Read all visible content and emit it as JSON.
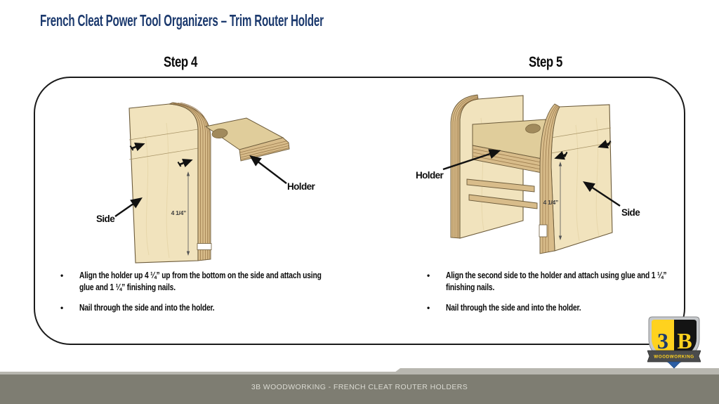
{
  "title": "French Cleat Power Tool Organizers – Trim Router Holder",
  "bullet_glyph": "•",
  "steps": [
    {
      "label": "Step 4",
      "figure": {
        "side_label": "Side",
        "holder_label": "Holder",
        "dimension": "4 1/4”"
      },
      "bullets": [
        "Align the holder  up 4 ¼” up from the bottom on the side and attach using glue and 1 ¼” finishing nails.",
        "Nail through the side and into the holder."
      ]
    },
    {
      "label": "Step 5",
      "figure": {
        "holder_label": "Holder",
        "side_label": "Side",
        "dimension": "4 1/4”"
      },
      "bullets": [
        "Align the second side to the holder and attach using glue and 1 ¼” finishing nails.",
        "Nail through the side and into the holder."
      ]
    }
  ],
  "footer": {
    "text": "3B WOODWORKING - FRENCH CLEAT ROUTER HOLDERS"
  },
  "logo": {
    "monogram_left": "3",
    "monogram_right": "B",
    "banner": "WOODWORKING"
  },
  "colors": {
    "navy": "#1c3a6e",
    "wood-face": "#f1e3bd",
    "wood-top": "#e0cd9b",
    "wood-edge": "#d8bc8a",
    "wood-stripe": "#8f6f42",
    "outline": "#6b5a3a",
    "hole": "#a18a5c",
    "footer-band": "#7e7d72",
    "footer-accent": "#b8b7b0",
    "footer-text": "#dbdbd3",
    "logo-yellow": "#ffd21e",
    "logo-navy": "#1d3a6d",
    "logo-black": "#141414",
    "ribbon-gray": "#4a4b4c",
    "logo-blue": "#2c5fa5",
    "label-black": "#0d0d0d"
  }
}
